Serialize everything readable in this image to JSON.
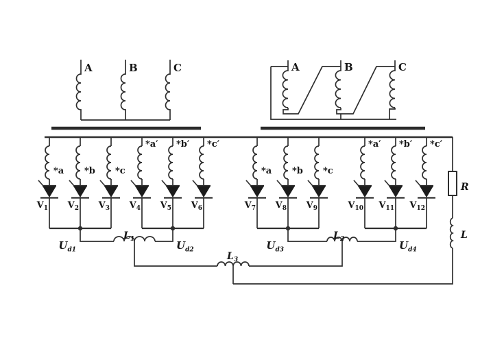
{
  "colors": {
    "background": "#ffffff",
    "wire": "#2f2f2f",
    "text": "#161616"
  },
  "transformer_left": {
    "terminals": [
      "A",
      "B",
      "C"
    ]
  },
  "transformer_right": {
    "terminals": [
      "A",
      "B",
      "C"
    ]
  },
  "secondary_left": {
    "winding_labels": [
      "*a",
      "*b",
      "*c",
      "*a′",
      "*b′",
      "*c′"
    ]
  },
  "secondary_right": {
    "winding_labels": [
      "*a",
      "*b",
      "*c",
      "*a′",
      "*b′",
      "*c′"
    ]
  },
  "thyristors": [
    {
      "base": "V",
      "sub": "1"
    },
    {
      "base": "V",
      "sub": "2"
    },
    {
      "base": "V",
      "sub": "3"
    },
    {
      "base": "V",
      "sub": "4"
    },
    {
      "base": "V",
      "sub": "5"
    },
    {
      "base": "V",
      "sub": "6"
    },
    {
      "base": "V",
      "sub": "7"
    },
    {
      "base": "V",
      "sub": "8"
    },
    {
      "base": "V",
      "sub": "9"
    },
    {
      "base": "V",
      "sub": "10"
    },
    {
      "base": "V",
      "sub": "11"
    },
    {
      "base": "V",
      "sub": "12"
    }
  ],
  "dc_voltages": [
    {
      "base": "U",
      "sub": "d1"
    },
    {
      "base": "U",
      "sub": "d2"
    },
    {
      "base": "U",
      "sub": "d3"
    },
    {
      "base": "U",
      "sub": "d4"
    }
  ],
  "reactors": [
    {
      "base": "L",
      "sub": "1"
    },
    {
      "base": "L",
      "sub": "2"
    },
    {
      "base": "L",
      "sub": "3"
    }
  ],
  "load": {
    "resistor_label": "R",
    "inductor_label": "L"
  }
}
